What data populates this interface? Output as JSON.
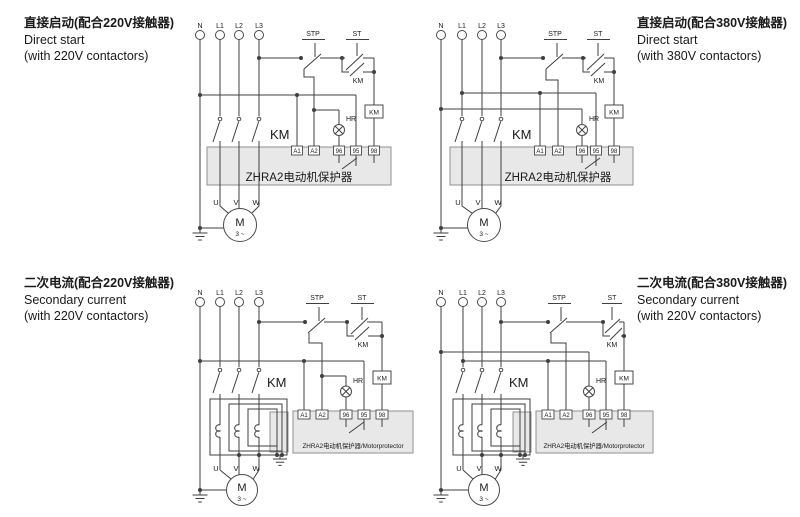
{
  "diagrams": [
    {
      "title_zh": "直接启动(配合220V接触器)",
      "title_en_1": "Direct start",
      "title_en_2": "(with 220V contactors)",
      "terminals": {
        "n": "N",
        "l1": "L1",
        "l2": "L2",
        "l3": "L3"
      },
      "stop_label": "STP",
      "start_label": "ST",
      "km_main": "KM",
      "km_aux": "KM",
      "km_coil": "KM",
      "lamp_label": "HR",
      "t_a1": "A1",
      "t_a2": "A2",
      "t_96": "96",
      "t_95": "95",
      "t_98": "98",
      "protector_label": "ZHRA2电动机保护器",
      "u": "U",
      "v": "V",
      "w": "W",
      "motor_label": "M",
      "motor_sub": "3 ~"
    },
    {
      "title_zh": "直接启动(配合380V接触器)",
      "title_en_1": "Direct start",
      "title_en_2": "(with 380V contactors)",
      "terminals": {
        "n": "N",
        "l1": "L1",
        "l2": "L2",
        "l3": "L3"
      },
      "stop_label": "STP",
      "start_label": "ST",
      "km_main": "KM",
      "km_aux": "KM",
      "km_coil": "KM",
      "lamp_label": "HR",
      "t_a1": "A1",
      "t_a2": "A2",
      "t_96": "96",
      "t_95": "95",
      "t_98": "98",
      "protector_label": "ZHRA2电动机保护器",
      "u": "U",
      "v": "V",
      "w": "W",
      "motor_label": "M",
      "motor_sub": "3 ~"
    },
    {
      "title_zh": "二次电流(配合220V接触器)",
      "title_en_1": "Secondary current",
      "title_en_2": "(with 220V contactors)",
      "terminals": {
        "n": "N",
        "l1": "L1",
        "l2": "L2",
        "l3": "L3"
      },
      "stop_label": "STP",
      "start_label": "ST",
      "km_main": "KM",
      "km_aux": "KM",
      "km_coil": "KM",
      "lamp_label": "HR",
      "t_a1": "A1",
      "t_a2": "A2",
      "t_96": "96",
      "t_95": "95",
      "t_98": "98",
      "protector_label": "ZHRA2电动机保护器/Motorprotector",
      "u": "U",
      "v": "V",
      "w": "W",
      "motor_label": "M",
      "motor_sub": "3 ~"
    },
    {
      "title_zh": "二次电流(配合380V接触器)",
      "title_en_1": "Secondary current",
      "title_en_2": "(with 220V contactors)",
      "terminals": {
        "n": "N",
        "l1": "L1",
        "l2": "L2",
        "l3": "L3"
      },
      "stop_label": "STP",
      "start_label": "ST",
      "km_main": "KM",
      "km_aux": "KM",
      "km_coil": "KM",
      "lamp_label": "HR",
      "t_a1": "A1",
      "t_a2": "A2",
      "t_96": "96",
      "t_95": "95",
      "t_98": "98",
      "protector_label": "ZHRA2电动机保护器/Motorprotector",
      "u": "U",
      "v": "V",
      "w": "W",
      "motor_label": "M",
      "motor_sub": "3 ~"
    }
  ]
}
